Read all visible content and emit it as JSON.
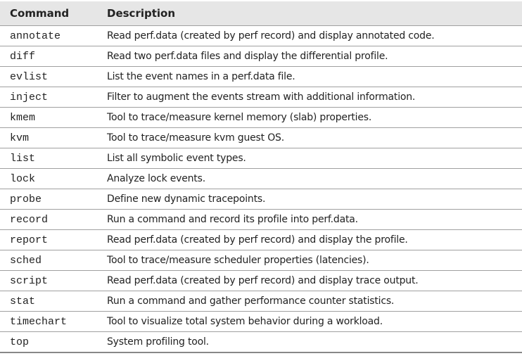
{
  "headers": {
    "command": "Command",
    "description": "Description"
  },
  "rows": [
    {
      "command": "annotate",
      "description": "Read perf.data (created by perf record) and display annotated code."
    },
    {
      "command": "diff",
      "description": "Read two perf.data files and display the differential profile."
    },
    {
      "command": "evlist",
      "description": "List the event names in a perf.data file."
    },
    {
      "command": "inject",
      "description": "Filter to augment the events stream with additional information."
    },
    {
      "command": "kmem",
      "description": "Tool to trace/measure kernel memory (slab) properties."
    },
    {
      "command": "kvm",
      "description": "Tool to trace/measure kvm guest OS."
    },
    {
      "command": "list",
      "description": "List all symbolic event types."
    },
    {
      "command": "lock",
      "description": "Analyze lock events."
    },
    {
      "command": "probe",
      "description": "Define new dynamic tracepoints."
    },
    {
      "command": "record",
      "description": "Run a command and record its profile into perf.data."
    },
    {
      "command": "report",
      "description": "Read perf.data (created by perf record) and display the profile."
    },
    {
      "command": "sched",
      "description": "Tool to trace/measure scheduler properties (latencies)."
    },
    {
      "command": "script",
      "description": "Read perf.data (created by perf record) and display trace output."
    },
    {
      "command": "stat",
      "description": "Run a command and gather performance counter statistics."
    },
    {
      "command": "timechart",
      "description": "Tool to visualize total system behavior during a workload."
    },
    {
      "command": "top",
      "description": "System profiling tool."
    }
  ]
}
